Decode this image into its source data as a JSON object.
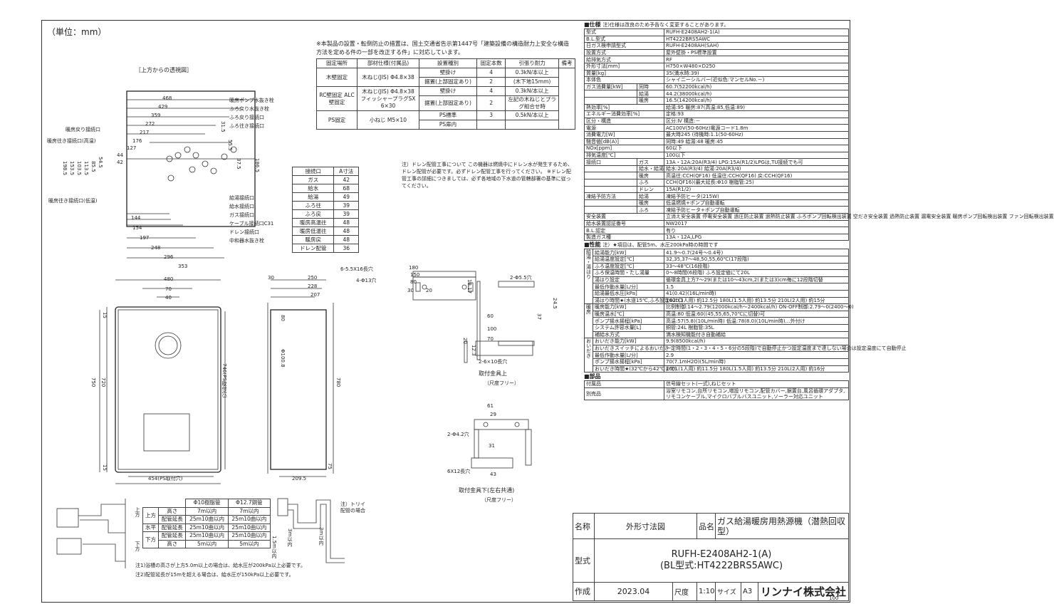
{
  "unit_label": "（単位：mm）",
  "top_view_label": "［上方からの透視図］",
  "install_note": "※本製品の設置・転倒防止の措置は、国土交通省告示第1447号「建築設備の構造耐力上安全な構造方法を定める件の一部を改正する件」に対応しています。",
  "install_table": {
    "headers": [
      "固定場所",
      "部材仕様(付属品)",
      "設置種別",
      "固定本数",
      "引張り耐力",
      "備考"
    ],
    "rows": [
      [
        "木壁固定",
        "木ねじ(JIS) Φ4.8×38",
        "壁掛け",
        "4",
        "0.3kN/本以上",
        ""
      ],
      [
        "",
        "",
        "据置(上部固定あり)",
        "2",
        "(木下地15mm)",
        ""
      ],
      [
        "RC壁固定 ALC壁固定",
        "木ねじ(JIS) Φ4.8×38 フィッシャープラグSX 6×30",
        "壁掛け",
        "4",
        "0.3kN/本以上",
        ""
      ],
      [
        "",
        "",
        "据置(上部固定あり)",
        "2",
        "左記の木ねじとプラグ組合せ時",
        ""
      ],
      [
        "PS固定",
        "小ねじ M5×10",
        "PS標準",
        "3",
        "0.5kN/本以上",
        ""
      ],
      [
        "",
        "",
        "PS扉内",
        "",
        "",
        ""
      ]
    ]
  },
  "drain_note": "注）ドレン配管工事について この機器は燃焼中にドレン水が発生するため、ドレン配管が必要です。必ずドレン配管工事を行ってください。 ※ドレン配管工事の詳細につきましては、必ず各地域の下水道の管轄部署の基準に従ってください。",
  "conn_table": {
    "headers": [
      "接続口",
      "A寸法"
    ],
    "rows": [
      [
        "ガス",
        "42"
      ],
      [
        "給水",
        "68"
      ],
      [
        "給湯",
        "49"
      ],
      [
        "ふろ往",
        "39"
      ],
      [
        "ふろ戻",
        "39"
      ],
      [
        "暖房高温往",
        "48"
      ],
      [
        "暖房低温往",
        "48"
      ],
      [
        "暖房戻",
        "48"
      ],
      [
        "ドレン配管",
        "36"
      ]
    ]
  },
  "top_dims": [
    "468",
    "429",
    "359",
    "272",
    "217",
    "176",
    "127",
    "44",
    "42",
    "144",
    "154",
    "197",
    "248",
    "296",
    "353"
  ],
  "top_left_labels": [
    "暖房戻り接続口",
    "暖房往き接続口(高温)",
    "暖房往き接続口(低温)"
  ],
  "top_right_labels": [
    "暖房ポンプ水抜き栓",
    "ふろ戻り水抜き栓",
    "ふろ戻り接続口",
    "ふろ往き接続口",
    "給湯接続口",
    "給水接続口",
    "ガス接続口",
    "ケーブル接続口C31",
    "ドレン接続口",
    "中和器水抜き栓"
  ],
  "side_vert_dims": [
    "198.5",
    "153.5",
    "103.5",
    "113.5",
    "85.5",
    "54.5",
    "31.5",
    "55.5",
    "37.5",
    "186.5"
  ],
  "front_dims": {
    "w480": "480",
    "w70": "70",
    "w40": "40",
    "h15": "15",
    "h750": "750",
    "h720": "720",
    "h746": "746(PS取付穴)",
    "b15": "15",
    "w454": "454(PS取付穴)"
  },
  "side_dims": {
    "d30": "30",
    "d250": "250",
    "d228": "228",
    "d207": "207",
    "d80": "80",
    "phi": "Φ100.8",
    "h780": "780",
    "h75": "75",
    "w209": "209.5"
  },
  "bracket_top": {
    "slot": "6-5.5X16長穴",
    "holes": "4-Φ13穴",
    "w180": "180",
    "w150": "150",
    "w80": "80",
    "w30": "30",
    "w20": "20",
    "h18": "18.17",
    "w60": "60",
    "h24": "24.5",
    "h37": "37",
    "w100": "100",
    "w70": "70",
    "h20": "20",
    "h12": "12.3",
    "holes2": "2-Φ5.5穴",
    "holes3": "2-6×10長穴",
    "title": "取付金具上",
    "subtitle": "（尺度フリー）"
  },
  "bracket_bottom": {
    "w61": "61",
    "w29": "29",
    "holes": "2-Φ4.2穴",
    "w31": "31",
    "w43": "43",
    "slot": "6X12長穴",
    "title": "取付金具下(左右共通)",
    "subtitle": "（尺度フリー）"
  },
  "pipe_table": {
    "headers": [
      "",
      "",
      "Φ10樹脂管",
      "Φ12.7銅管"
    ],
    "rows": [
      [
        "上方",
        "高さ",
        "7m以内",
        "7m以内"
      ],
      [
        "",
        "配管延長",
        "25m10曲以内",
        "25m10曲以内"
      ],
      [
        "水平",
        "配管延長",
        "25m10曲以内",
        "25m10曲以内"
      ],
      [
        "下方",
        "配管延長",
        "25m10曲以内",
        "25m10曲以内"
      ],
      [
        "",
        "高さ",
        "5m以内",
        "5m以内"
      ]
    ],
    "side_labels": [
      "上方",
      "下方"
    ],
    "note1": "注1)浴槽の高さが上方5.0m以上の場合は、給水圧が200kPa以上必要です。",
    "note2": "注2)配管延長が15mを超える場合は、給水圧が150kPa以上必要です。",
    "trap_note": "注）トリイ配管の場合",
    "trap_dims": [
      "3m以内",
      "1.5m以内",
      "3m以内"
    ]
  },
  "spec": {
    "title": "■仕様",
    "title_note": "注)仕様は改良のため予告なく変更することがあります。",
    "rows": [
      [
        "型式",
        "",
        "RUFH-E2408AH2-1(A)"
      ],
      [
        "B.L.型式",
        "",
        "HT4222BRS5AWC"
      ],
      [
        "日ガス検申請型式",
        "",
        "RUFH-E2408AH(SAH)"
      ],
      [
        "設置方式",
        "",
        "屋外壁掛・PS標準設置"
      ],
      [
        "給排気方式",
        "",
        "RF"
      ],
      [
        "外形寸法[mm]",
        "",
        "H750×W480×D250"
      ],
      [
        "質量[kg]",
        "",
        "35(満水時:39)"
      ],
      [
        "本体色",
        "",
        "シャイニーシルバー(近似色:マンセルNo.－)"
      ],
      [
        "ガス消費量[kW]",
        "同時",
        "60.7(52200kcal/h)"
      ],
      [
        "",
        "給湯",
        "44.2(38000kcal/h)"
      ],
      [
        "",
        "暖房",
        "16.5(14200kcal/h)"
      ],
      [
        "熱効率[%]",
        "",
        "給湯:95 暖房:87(高温:85,低温:89)"
      ],
      [
        "エネルギー消費効率[%]",
        "",
        "定格:93"
      ],
      [
        "区分・構造",
        "",
        "区分:Ⅳ 構造:－"
      ],
      [
        "電源",
        "",
        "AC100V(50-60Hz)電源コード1.8m"
      ],
      [
        "消費電力[W]",
        "",
        "最大時245 (待機時:1.1(50-60Hz)"
      ],
      [
        "騒音値[dB(A)]",
        "",
        "同時:49 給湯:48 暖房:45"
      ],
      [
        "NOx[ppm]",
        "",
        "60以下"
      ],
      [
        "排気温度[℃]",
        "",
        "100以下"
      ],
      [
        "接続口",
        "ガス",
        "13A・12A:20A(R3/4) LPG:15A(R1/2)LPGは,TU接続でも可"
      ],
      [
        "",
        "給水・給湯",
        "給水:20A(R3/4) 給湯:20A(R3/4)"
      ],
      [
        "",
        "暖房",
        "高温往:CCH(QF16) 低温往:CCH(QF16) 戻:CCH(QF16)"
      ],
      [
        "",
        "ふろ",
        "CCH(QF16)(最大延長:Φ10 樹脂管:25)"
      ],
      [
        "",
        "ドレン",
        "15A(R1/2)"
      ],
      [
        "凍結予防方法",
        "給湯",
        "凍結予防ヒータ(215W)"
      ],
      [
        "",
        "暖房",
        "低温燃焼+ポンプ自動運転"
      ],
      [
        "",
        "ふろ",
        "凍結予防ヒータ+ポンプ自動運転"
      ],
      [
        "安全装置",
        "",
        "立消え安全装置 停電安全装置 過圧防止装置 過熱防止装置 ふろポンプ回転検出装置 空だき安全装置 過熱防止装置 漏電安全装置 暖房ポンプ回転検出装置 ファン回転検出装置"
      ],
      [
        "給水装置認証番号",
        "",
        "NW2017"
      ],
      [
        "B.L.認定",
        "",
        "有り"
      ],
      [
        "製造ガス種",
        "",
        "13A・12A,LPG"
      ]
    ]
  },
  "perf": {
    "title": "■性能",
    "title_note": "注）★項目は、配管5m、水圧200kPa時の時間です",
    "section_labels": [
      "給湯・湯はり",
      "暖房",
      "おいだき"
    ],
    "rows": [
      [
        "給湯能力[kW]",
        "41.9～0.7(24号～0.4号)"
      ],
      [
        "給湯温度設定[℃]",
        "32,35,37～48,50,55,60℃(17段階)"
      ],
      [
        "ふろ温度設定[℃]",
        "33～48℃(16段階)"
      ],
      [
        "ふろ保温時間・たし湯量",
        "0～8時間(6段階) ふろ設定値にて20L"
      ],
      [
        "湯はり設定",
        "循環金具上方7～29(または10～43cm,2(または3)cm毎に12段階切替"
      ],
      [
        "最低作動水量[L/分]",
        "1.5"
      ],
      [
        "給湯最低水圧[kPa]",
        "41(0.42)(16L/min時)"
      ],
      [
        "湯はり時間★(水道15℃,ふろ設定42℃)",
        "160L(1人用) 約12.5分 180L(1.5人用) 約13.5分 210L(2人用) 約15分"
      ],
      [
        "暖房能力[kW]",
        "比例制御:14～2.79(12000kcal/h～2400kcal/h) ON-OFF制御:2.79～0(2400～0)"
      ],
      [
        "暖房温水[℃]",
        "高温:80 低温:60((45,55,65,70℃に切替)可"
      ],
      [
        "ポンプ揚水揚程[kPa]",
        "高温:57(5.8)(10L/min時) 低温:78(8.0)(10L/min時)…外付け"
      ],
      [
        "システム許容水量[L]",
        "銅管:24L 樹脂管:35L"
      ],
      [
        "補給水方式",
        "満水検知機能付き自動補給"
      ],
      [
        "おいだき能力[kW]",
        "9.9(8500kcal/h)"
      ],
      [
        "おいだきスイッチによるおいだき",
        "一定時間(1・2・3・4・5・6分の5段階)で自動停止かつ設定温度まで達しない場合は設定温度にて自動停止"
      ],
      [
        "最低作動水量[L/分]",
        "2.9"
      ],
      [
        "ポンプ揚水揚程[kPa]",
        "70(7.1mH2O)(5L/min時)"
      ],
      [
        "おいだき時間★(32℃から42℃まで)",
        "160L(1人用) 約11.5分 180L(1.5人用) 約13.5分 210L(2人用) 約16分"
      ]
    ]
  },
  "parts": {
    "title": "■部品",
    "rows": [
      [
        "付属品",
        "信号線セット(一式),ねじセット"
      ],
      [
        "別売品",
        "浴室リモコン,台所リモコン,増設リモコン,配管カバー,据置台,風呂循環アダプタ,リモコンケーブル,マイクロバブルバスユニット,ソーラー対応ユニット"
      ]
    ]
  },
  "title_block": {
    "name_label": "名称",
    "name_value": "外形寸法図",
    "product_label": "品名",
    "product_value": "ガス給湯暖房用熱源機（潜熱回収型）",
    "model_label": "型式",
    "model_value1": "RUFH-E2408AH2-1(A)",
    "model_value2": "(BL型式:HT4222BRS5AWC)",
    "made_label": "作成",
    "made_value": "2023.04",
    "scale_label": "尺度",
    "scale_value": "1:10",
    "size_label": "サイズ",
    "size_value": "A3",
    "company": "リンナイ株式会社"
  },
  "sheet_number": "100"
}
